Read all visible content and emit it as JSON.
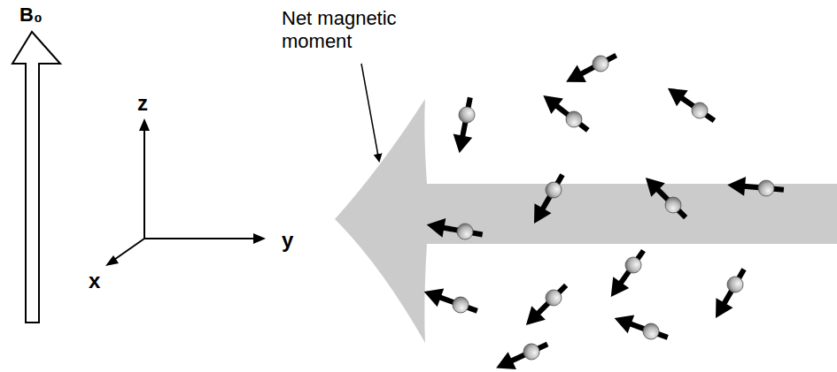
{
  "diagram": {
    "labels": [
      "B₀",
      "z",
      "y",
      "x",
      "Net magnetic moment"
    ]
  }
}
